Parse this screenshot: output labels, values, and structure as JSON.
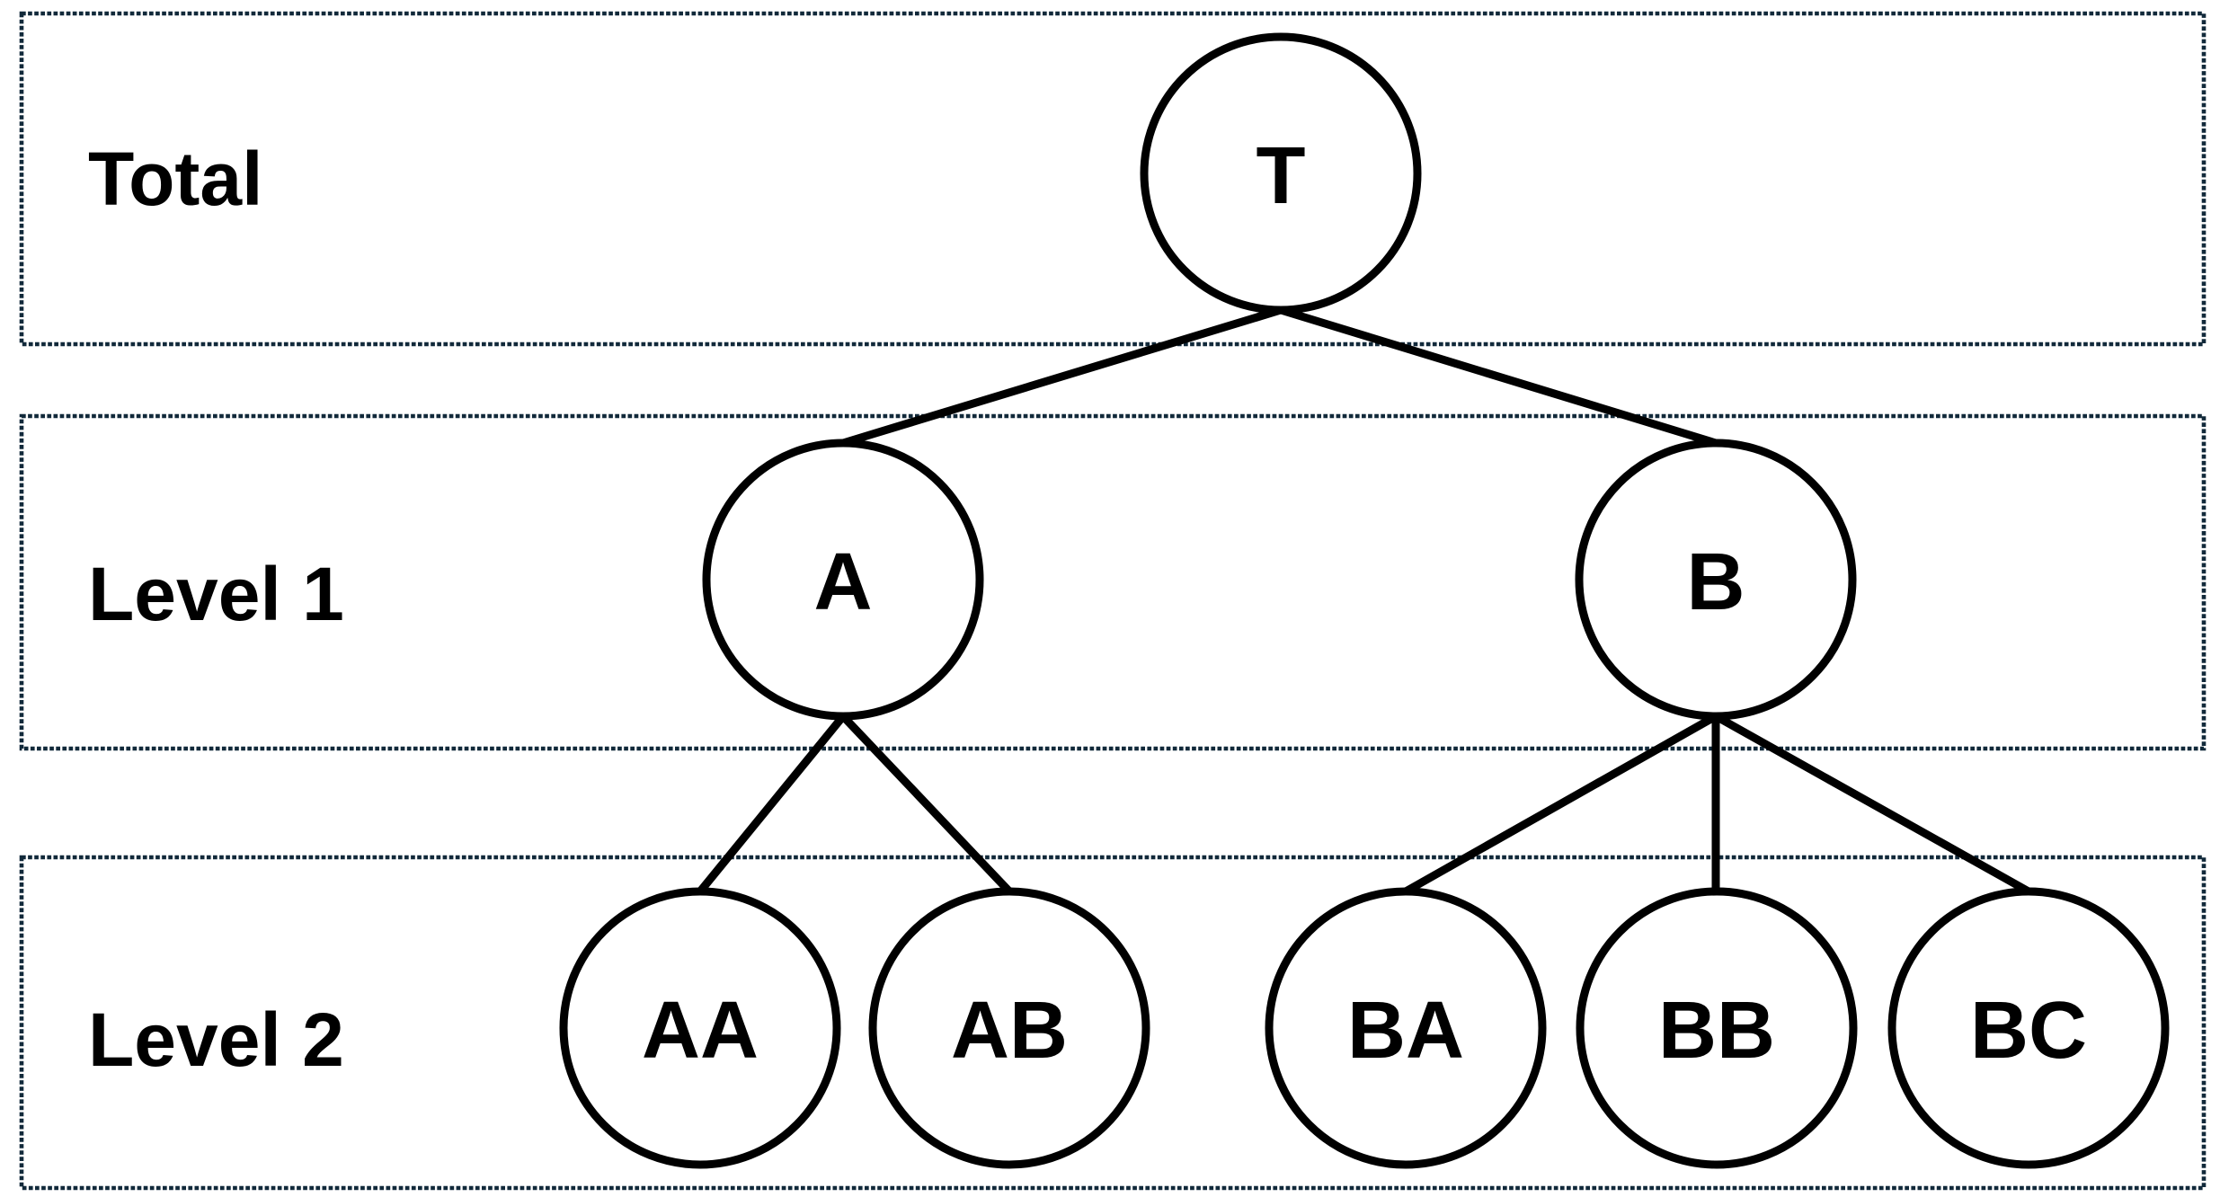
{
  "diagram": {
    "type": "tree",
    "background": "#ffffff",
    "colors": {
      "band_border": "#11293a",
      "node_stroke": "#000000",
      "edge_stroke": "#000000",
      "label_text": "#000000"
    },
    "bands": [
      {
        "label": "Total"
      },
      {
        "label": "Level 1"
      },
      {
        "label": "Level 2"
      }
    ],
    "nodes": [
      {
        "label": "T",
        "band": "Total",
        "parent": null
      },
      {
        "label": "A",
        "band": "Level 1",
        "parent": "T"
      },
      {
        "label": "B",
        "band": "Level 1",
        "parent": "T"
      },
      {
        "label": "AA",
        "band": "Level 2",
        "parent": "A"
      },
      {
        "label": "AB",
        "band": "Level 2",
        "parent": "A"
      },
      {
        "label": "BA",
        "band": "Level 2",
        "parent": "B"
      },
      {
        "label": "BB",
        "band": "Level 2",
        "parent": "B"
      },
      {
        "label": "BC",
        "band": "Level 2",
        "parent": "B"
      }
    ],
    "edges": [
      {
        "from": "T",
        "to": "A"
      },
      {
        "from": "T",
        "to": "B"
      },
      {
        "from": "A",
        "to": "AA"
      },
      {
        "from": "A",
        "to": "AB"
      },
      {
        "from": "B",
        "to": "BA"
      },
      {
        "from": "B",
        "to": "BB"
      },
      {
        "from": "B",
        "to": "BC"
      }
    ]
  }
}
